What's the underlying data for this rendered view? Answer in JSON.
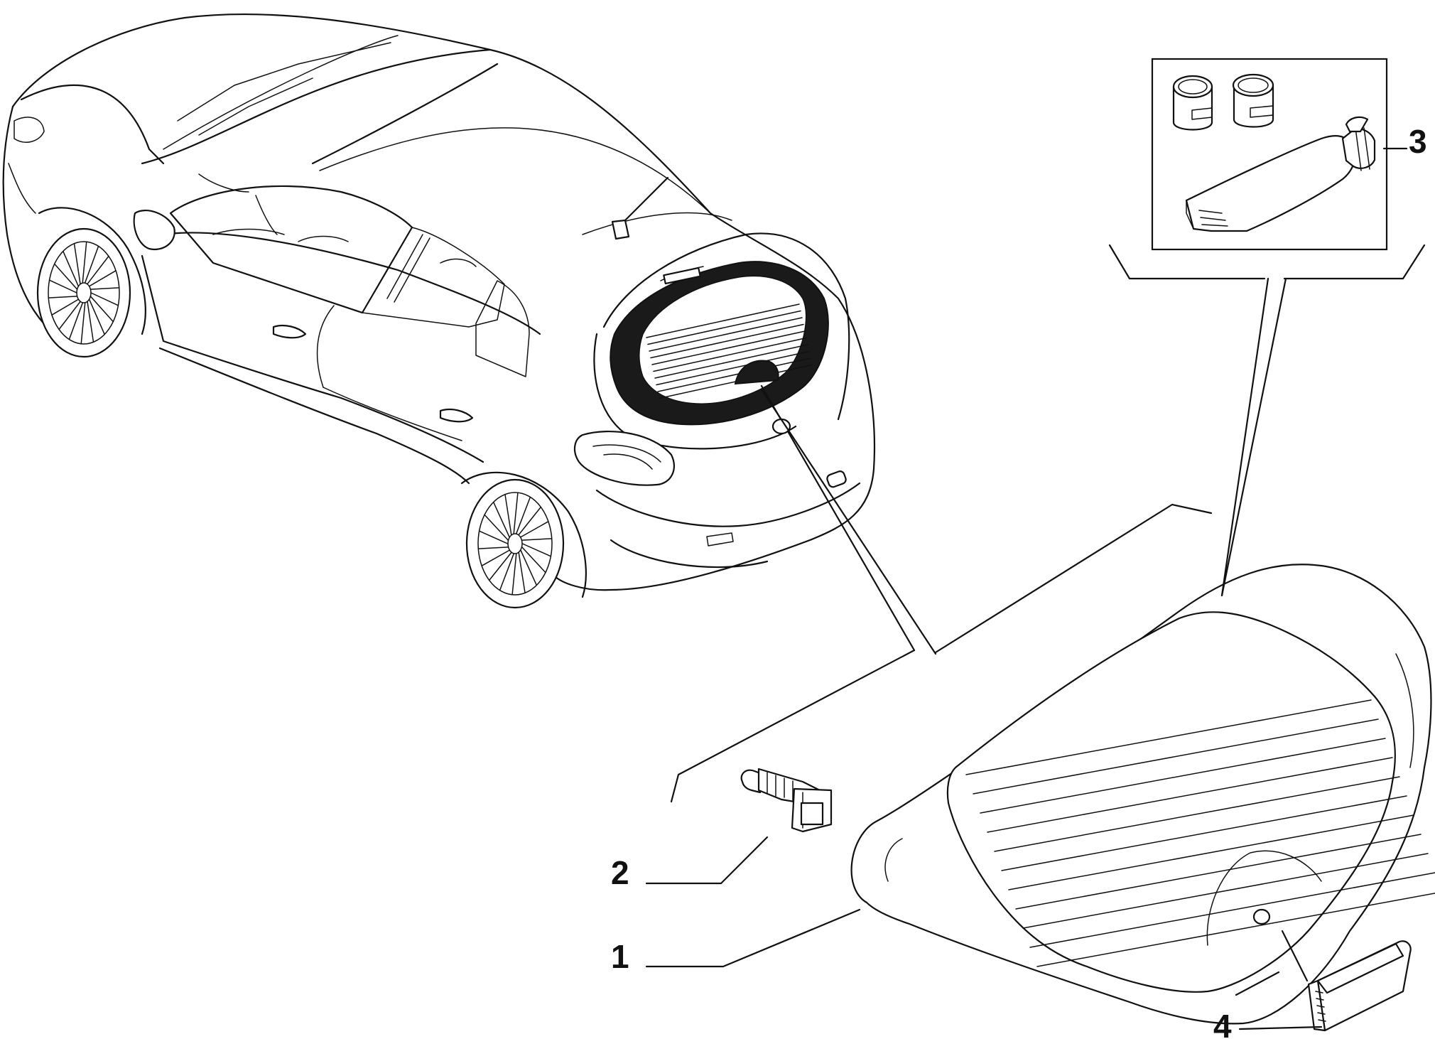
{
  "callouts": [
    {
      "id": "glass",
      "label": "1"
    },
    {
      "id": "clip",
      "label": "2"
    },
    {
      "id": "adhesive-kit",
      "label": "3"
    },
    {
      "id": "bracket",
      "label": "4"
    }
  ],
  "colors": {
    "line": "#111111",
    "background": "#ffffff",
    "dark_fill": "#1a1a1a"
  }
}
